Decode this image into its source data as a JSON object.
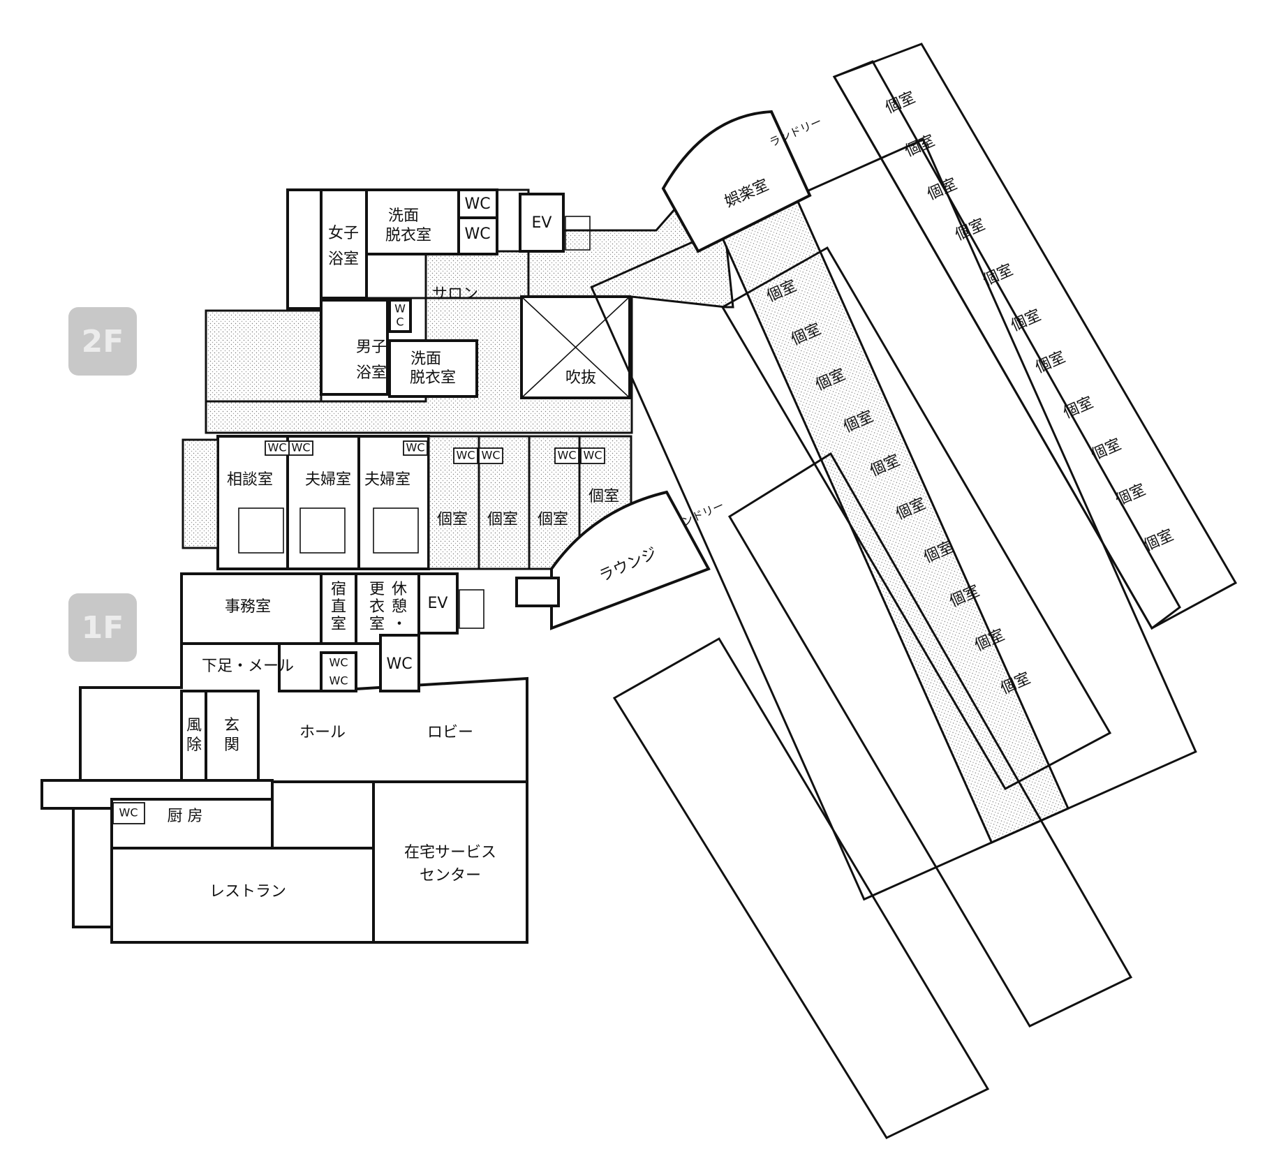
{
  "floor_badges": {
    "upper": "2F",
    "lower": "1F"
  },
  "floor2": {
    "women_bath": "女子浴室",
    "women_dress": "洗面脱衣室",
    "wc": "WC",
    "ev": "EV",
    "salon": "サロン",
    "men_bath": "男子浴室",
    "men_dress": "洗面脱衣室",
    "atrium": "吹抜",
    "counsel": "相談室",
    "couple1": "夫婦室",
    "couple2": "夫婦室",
    "private": "個室",
    "recreation": "娯楽室",
    "laundry_top": "ランドリー",
    "laundry_mid": "ランドリー",
    "lounge": "ラウンジ"
  },
  "floor1": {
    "office": "事務室",
    "night_duty": "宿直室",
    "locker": "更衣室",
    "rest": "休憩・",
    "ev": "EV",
    "wc": "WC",
    "shoes_mail": "下足・メール",
    "windbreak": "風除",
    "entrance": "玄関",
    "hall": "ホール",
    "lobby": "ロビー",
    "kitchen": "厨 房",
    "restaurant": "レストラン",
    "home_service_1": "在宅サービス",
    "home_service_2": "センター"
  }
}
